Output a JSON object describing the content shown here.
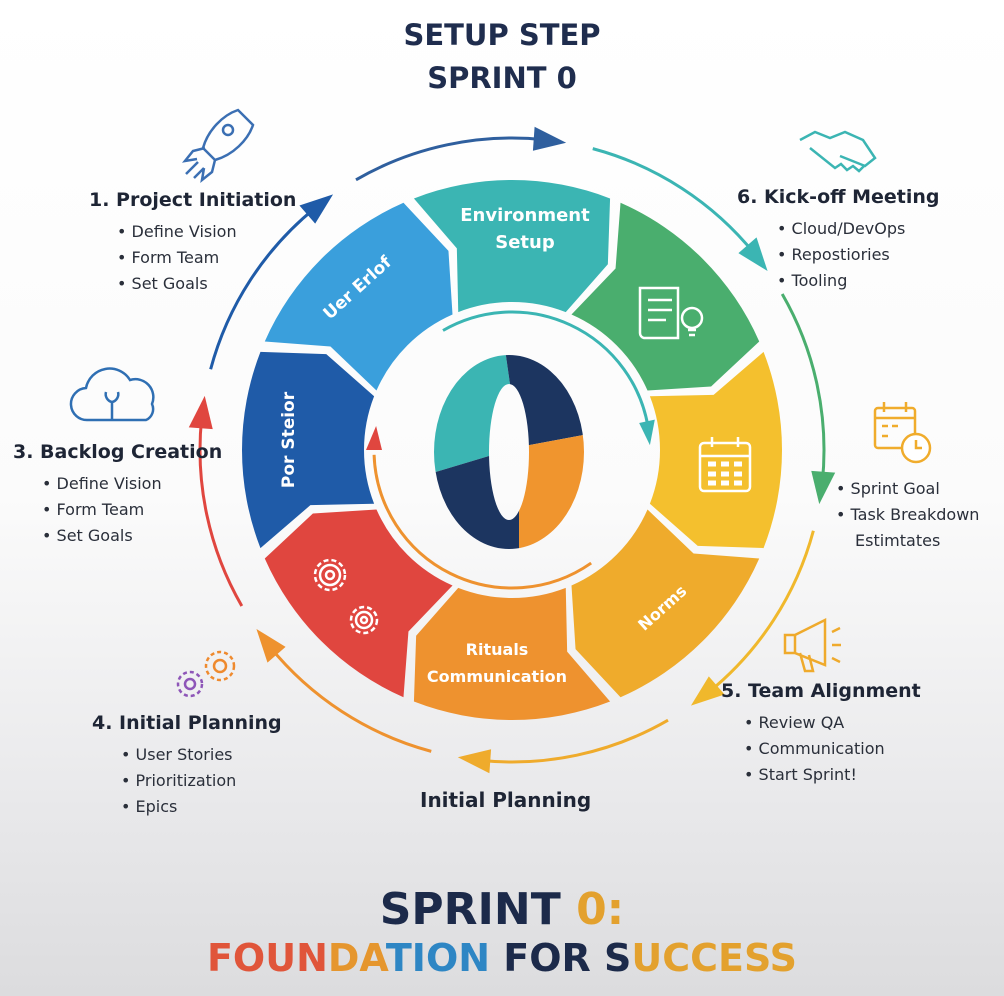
{
  "header": {
    "line1": "SETUP STEP",
    "line2": "SPRINT 0"
  },
  "wheel": {
    "segments": [
      {
        "name": "environment-setup",
        "label_lines": [
          "Environment",
          "Setup"
        ],
        "color": "#3bb5b3"
      },
      {
        "name": "documentation",
        "label_lines": [],
        "color": "#4aae6e",
        "icon": "scroll-lightbulb-icon"
      },
      {
        "name": "calendar",
        "label_lines": [],
        "color": "#f4c02e",
        "icon": "calendar-icon"
      },
      {
        "name": "norms",
        "label_lines": [
          "Norms"
        ],
        "color": "#efab2c"
      },
      {
        "name": "rituals-communication",
        "label_lines": [
          "Rituals",
          "Communication"
        ],
        "color": "#ee922f"
      },
      {
        "name": "gears",
        "label_lines": [],
        "color": "#e0463f",
        "icon": "gears-icon"
      },
      {
        "name": "por-steior",
        "label_lines": [
          "Por Steior"
        ],
        "color": "#1f5ba8"
      },
      {
        "name": "uer-erlof",
        "label_lines": [
          "Uer Erlof"
        ],
        "color": "#3a9fdc"
      }
    ],
    "center_colors": {
      "teal": "#3bb5b3",
      "navy": "#1c3560",
      "orange": "#f0952e"
    }
  },
  "steps": {
    "project_initiation": {
      "title": "1. Project Initiation",
      "items": [
        "Define Vision",
        "Form Team",
        "Set Goals"
      ]
    },
    "kickoff": {
      "title": "6. Kick-off Meeting",
      "items": [
        "Cloud/DevOps",
        "Repostiories",
        "Tooling"
      ]
    },
    "backlog": {
      "title": "3. Backlog Creation",
      "items": [
        "Define Vision",
        "Form Team",
        "Set Goals"
      ]
    },
    "sprint": {
      "items": [
        "Sprint Goal",
        "Task Breakdown"
      ],
      "extra": "Estimtates"
    },
    "initial_planning": {
      "title": "4. Initial Planning",
      "items": [
        "User Stories",
        "Prioritization",
        "Epics"
      ]
    },
    "team_alignment": {
      "title": "5. Team Alignment",
      "items": [
        "Review QA",
        "Communication",
        "Start Sprint!"
      ]
    },
    "bottom_label": "Initial Planning"
  },
  "footer": {
    "line1_a": "SPRINT ",
    "line1_b": "0:",
    "line2": [
      {
        "text": "FOUN",
        "color": "#e0553a"
      },
      {
        "text": "DA",
        "color": "#e5962e"
      },
      {
        "text": "TION ",
        "color": "#2e86c4"
      },
      {
        "text": "FOR S",
        "color": "#1c2a4a"
      },
      {
        "text": "UCCESS",
        "color": "#e3a12e"
      }
    ]
  }
}
